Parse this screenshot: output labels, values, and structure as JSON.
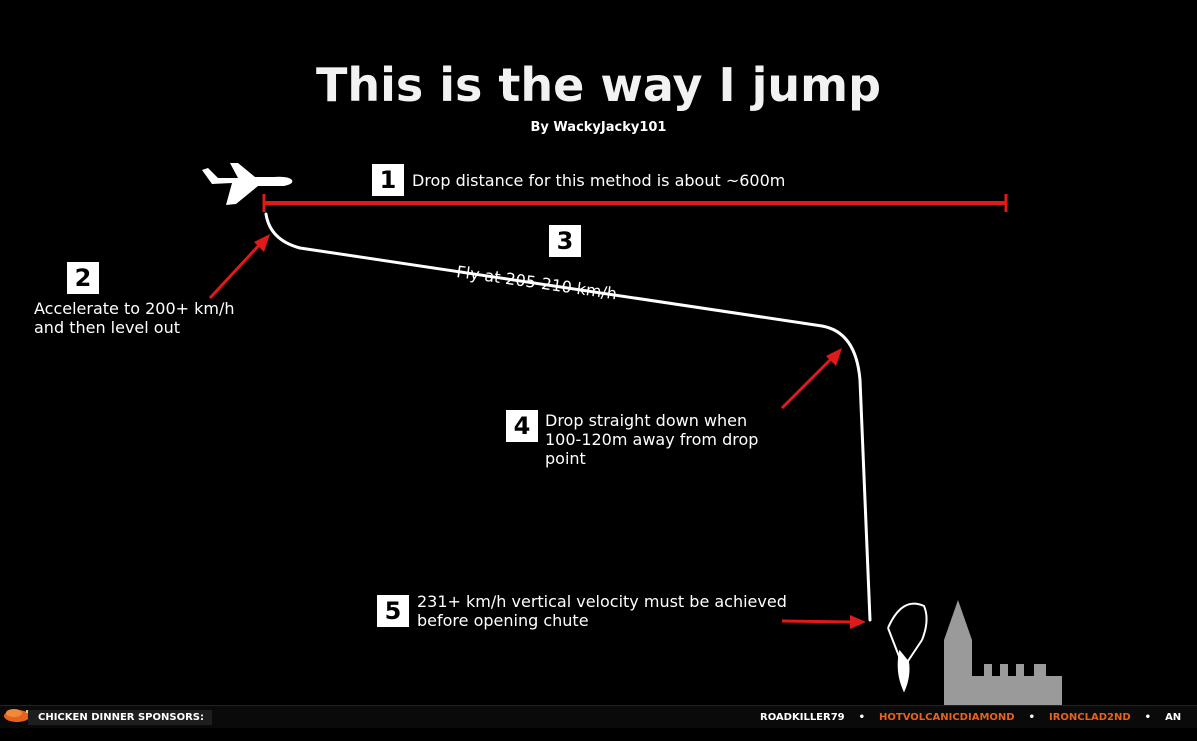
{
  "title": "This is the way I jump",
  "author": "By WackyJacky101",
  "steps": [
    {
      "number": "1",
      "text": "Drop distance for this method is about ~600m"
    },
    {
      "number": "2",
      "text": "Accelerate to 200+ km/h\nand then level out"
    },
    {
      "number": "3",
      "text": "Fly at 205-210 km/h"
    },
    {
      "number": "4",
      "text": "Drop straight down when\n100-120m away from drop\npoint"
    },
    {
      "number": "5",
      "text": "231+ km/h vertical velocity must be achieved\nbefore opening chute"
    }
  ],
  "icons": {
    "plane": "airplane-icon",
    "parachute": "parachutist-icon",
    "building": "castle-icon",
    "chicken": "chicken-icon"
  },
  "colors": {
    "background": "#000000",
    "arrow": "#e01a1a",
    "path": "#ffffff",
    "highlight": "#e8621e",
    "building": "#9a9a9a"
  },
  "ticker": {
    "label": "CHICKEN DINNER SPONSORS:",
    "names": [
      {
        "name": "ROADKILLER79",
        "color": "#ffffff"
      },
      {
        "name": "HOTVOLCANICDIAMOND",
        "color": "#e8621e"
      },
      {
        "name": "IRONCLAD2ND",
        "color": "#e8621e"
      },
      {
        "name": "AN",
        "color": "#ffffff"
      }
    ],
    "separator": "•"
  }
}
